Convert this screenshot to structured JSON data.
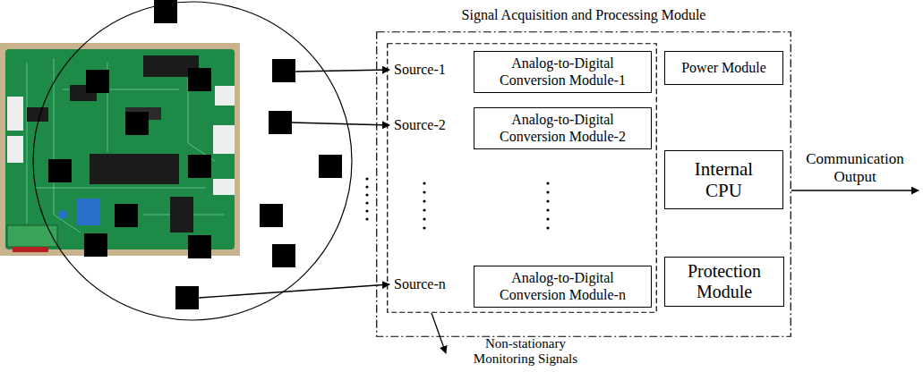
{
  "diagram": {
    "nodes": [
      {
        "text": [
          "Signal Acquisition and Processing Module"
        ]
      },
      {
        "text": [
          "Source-1",
          "Source-2",
          "Source-n"
        ],
        "in": 0
      },
      {
        "text": [
          "Analog-to-Digital Conversion Module-1"
        ],
        "in": 1
      },
      {
        "text": [
          "Analog-to-Digital Conversion Module-2"
        ],
        "in": 1
      },
      {
        "text": [
          "Analog-to-Digital Conversion Module-n"
        ],
        "in": 1
      },
      {
        "text": [
          "Power Module"
        ],
        "in": 0
      },
      {
        "text": [
          "Internal CPU"
        ],
        "in": 0
      },
      {
        "text": [
          "Protection Module"
        ],
        "in": 0
      }
    ],
    "labels": [
      "Communication Output",
      "Non-stationary Monitoring Signals"
    ]
  }
}
